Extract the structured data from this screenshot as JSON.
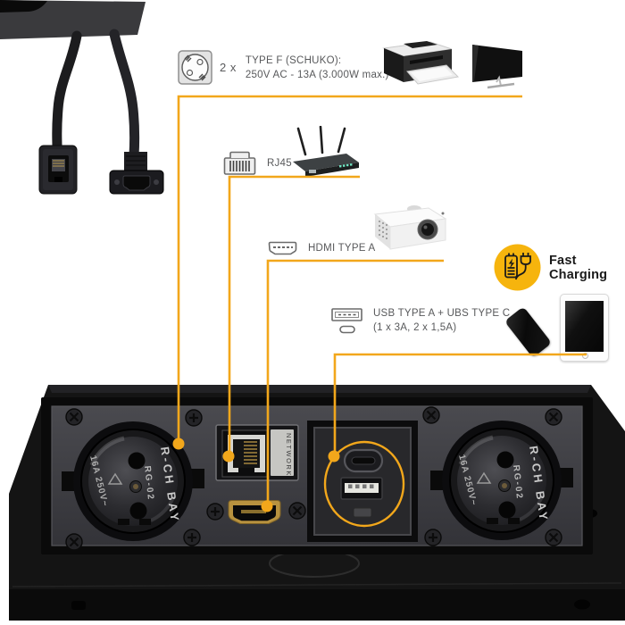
{
  "annotations": {
    "schuko": {
      "qty": "2 x",
      "line1": "TYPE F (SCHUKO):",
      "line2": "250V AC - 13A (3.000W max.)"
    },
    "rj45": {
      "label": "RJ45"
    },
    "hdmi": {
      "label": "HDMI TYPE A"
    },
    "fast_charging": {
      "line1": "Fast",
      "line2": "Charging"
    },
    "usb": {
      "line1": "USB TYPE A + UBS TYPE C",
      "line2": "(1 x 3A, 2 x 1,5A)"
    }
  },
  "module": {
    "socket_brand": "R-CH BAY",
    "socket_model": "RG-02",
    "socket_rating": "16A 250V~",
    "network_port_label": "NETWORK"
  },
  "icons": {
    "schuko_socket": "schuko-socket-icon",
    "rj45_plug": "rj45-plug-icon",
    "hdmi_connector": "hdmi-connector-icon",
    "usb_a": "usb-a-icon",
    "usb_c": "usb-c-icon",
    "fast_charging": "fast-charging-battery-icon",
    "devices": [
      "printer",
      "tv",
      "router",
      "projector",
      "smartphone",
      "tablet"
    ]
  },
  "colors": {
    "accent_line": "#F2A71B",
    "badge_fill": "#F6B40D",
    "text_gray": "#58595B",
    "panel_gray": "#3E3E41",
    "housing_black": "#141414"
  }
}
